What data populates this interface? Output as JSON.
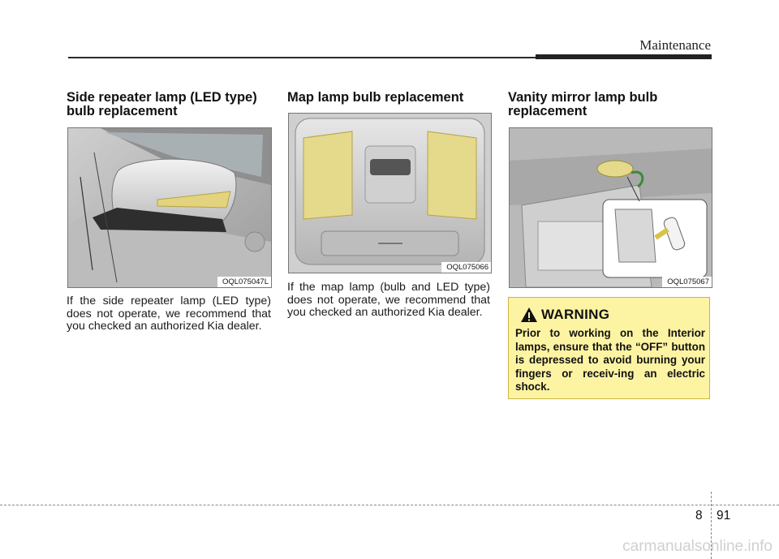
{
  "header": {
    "title": "Maintenance"
  },
  "sections": [
    {
      "heading": "Side repeater lamp (LED type) bulb replacement",
      "figure_code": "OQL075047L",
      "body": "If the side repeater lamp (LED type) does not operate, we recommend that you checked an authorized Kia dealer."
    },
    {
      "heading": "Map lamp bulb replacement",
      "figure_code": "OQL075066",
      "body": "If the map lamp (bulb and LED type) does not operate, we recommend that you checked an authorized Kia dealer."
    },
    {
      "heading": "Vanity mirror lamp bulb replacement",
      "figure_code": "OQL075067"
    }
  ],
  "warning": {
    "title": "WARNING",
    "text": "Prior to working on the Interior lamps, ensure that the “OFF” button is depressed to avoid burning your fingers or receiv-ing an electric shock.",
    "icon": "warning-triangle-icon"
  },
  "footer": {
    "chapter": "8",
    "page": "91"
  },
  "watermark": "carmanualsonline.info",
  "colors": {
    "lamp_highlight": "#e8d98a",
    "warning_bg": "#fdf4a3"
  }
}
